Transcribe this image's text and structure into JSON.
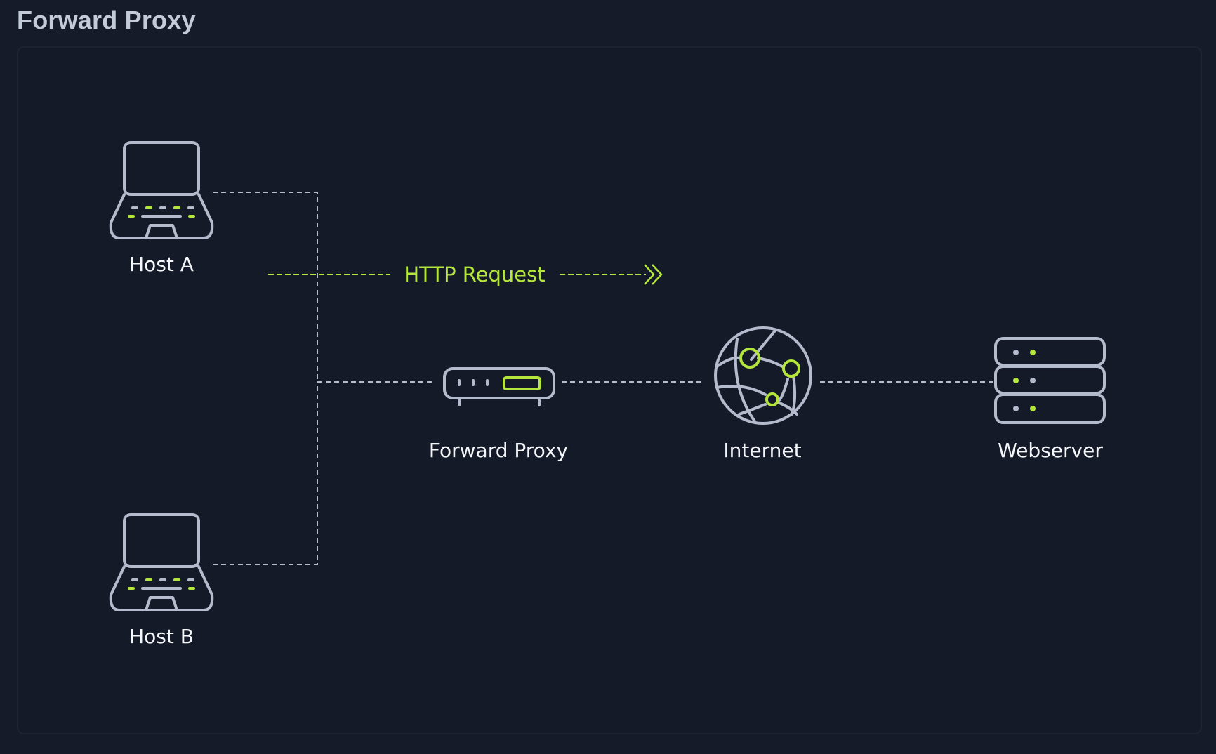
{
  "title": "Forward Proxy",
  "flow": {
    "label": "HTTP Request"
  },
  "nodes": {
    "host_a": {
      "label": "Host A",
      "icon": "laptop-icon"
    },
    "host_b": {
      "label": "Host B",
      "icon": "laptop-icon"
    },
    "proxy": {
      "label": "Forward Proxy",
      "icon": "router-icon"
    },
    "internet": {
      "label": "Internet",
      "icon": "globe-icon"
    },
    "webserver": {
      "label": "Webserver",
      "icon": "server-stack-icon"
    }
  },
  "colors": {
    "background": "#151b29",
    "stroke": "#b3bbcd",
    "accent": "#b4e63c",
    "label": "#f4f6fa"
  }
}
